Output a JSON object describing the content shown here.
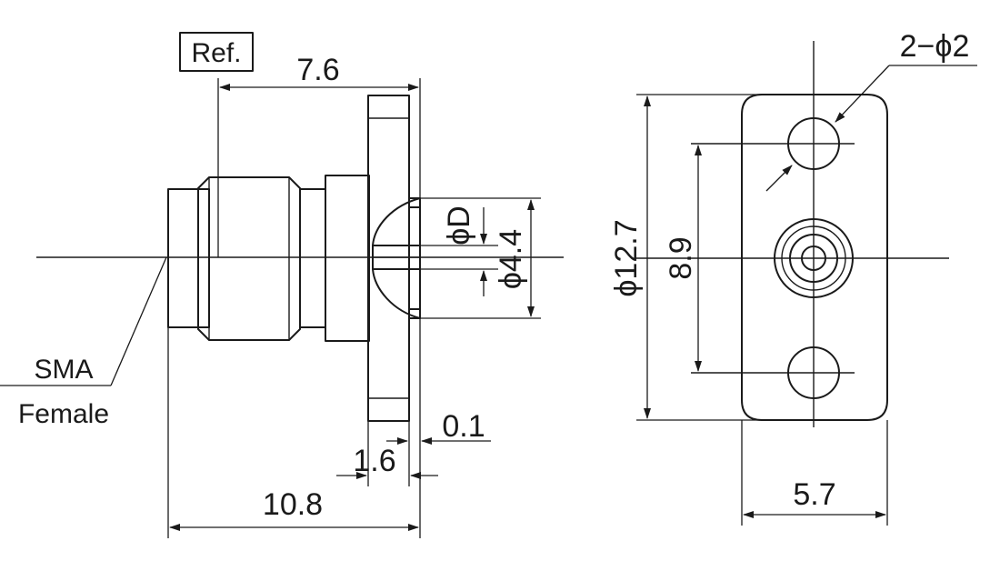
{
  "labels": {
    "ref": "Ref.",
    "dim_7_6": "7.6",
    "dim_10_8": "10.8",
    "dim_1_6": "1.6",
    "dim_0_1": "0.1",
    "dim_phiD": "ϕD",
    "dim_phi4_4": "ϕ4.4",
    "dim_phi12_7": "ϕ12.7",
    "dim_8_9": "8.9",
    "dim_5_7": "5.7",
    "dim_2phi2": "2−ϕ2",
    "sma": "SMA",
    "female": "Female"
  }
}
